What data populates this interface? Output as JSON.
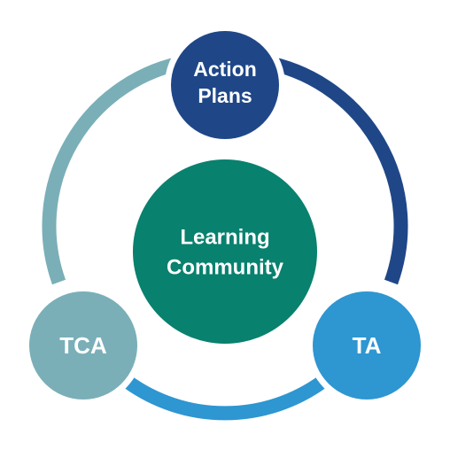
{
  "colors": {
    "action_plans": "#1f4788",
    "ta": "#2e96d1",
    "tca": "#7aafb8",
    "center": "#08816e",
    "background": "#ffffff"
  },
  "nodes": {
    "action_plans": {
      "line1": "Action",
      "line2": "Plans"
    },
    "ta": {
      "label": "TA"
    },
    "tca": {
      "label": "TCA"
    },
    "center": {
      "line1": "Learning",
      "line2": "Community"
    }
  }
}
